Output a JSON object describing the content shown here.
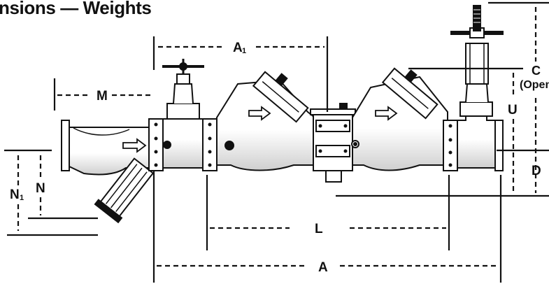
{
  "title": "nsions — Weights",
  "dimensions": {
    "a1": "A",
    "a1_sub": "1",
    "m": "M",
    "c": "C",
    "c_note": "(Open",
    "u": "U",
    "d": "D",
    "n": "N",
    "n1": "N",
    "n1_sub": "1",
    "l": "L",
    "a": "A"
  },
  "colors": {
    "ink": "#111111",
    "paper": "#ffffff",
    "shade": "#d6d6d6"
  }
}
